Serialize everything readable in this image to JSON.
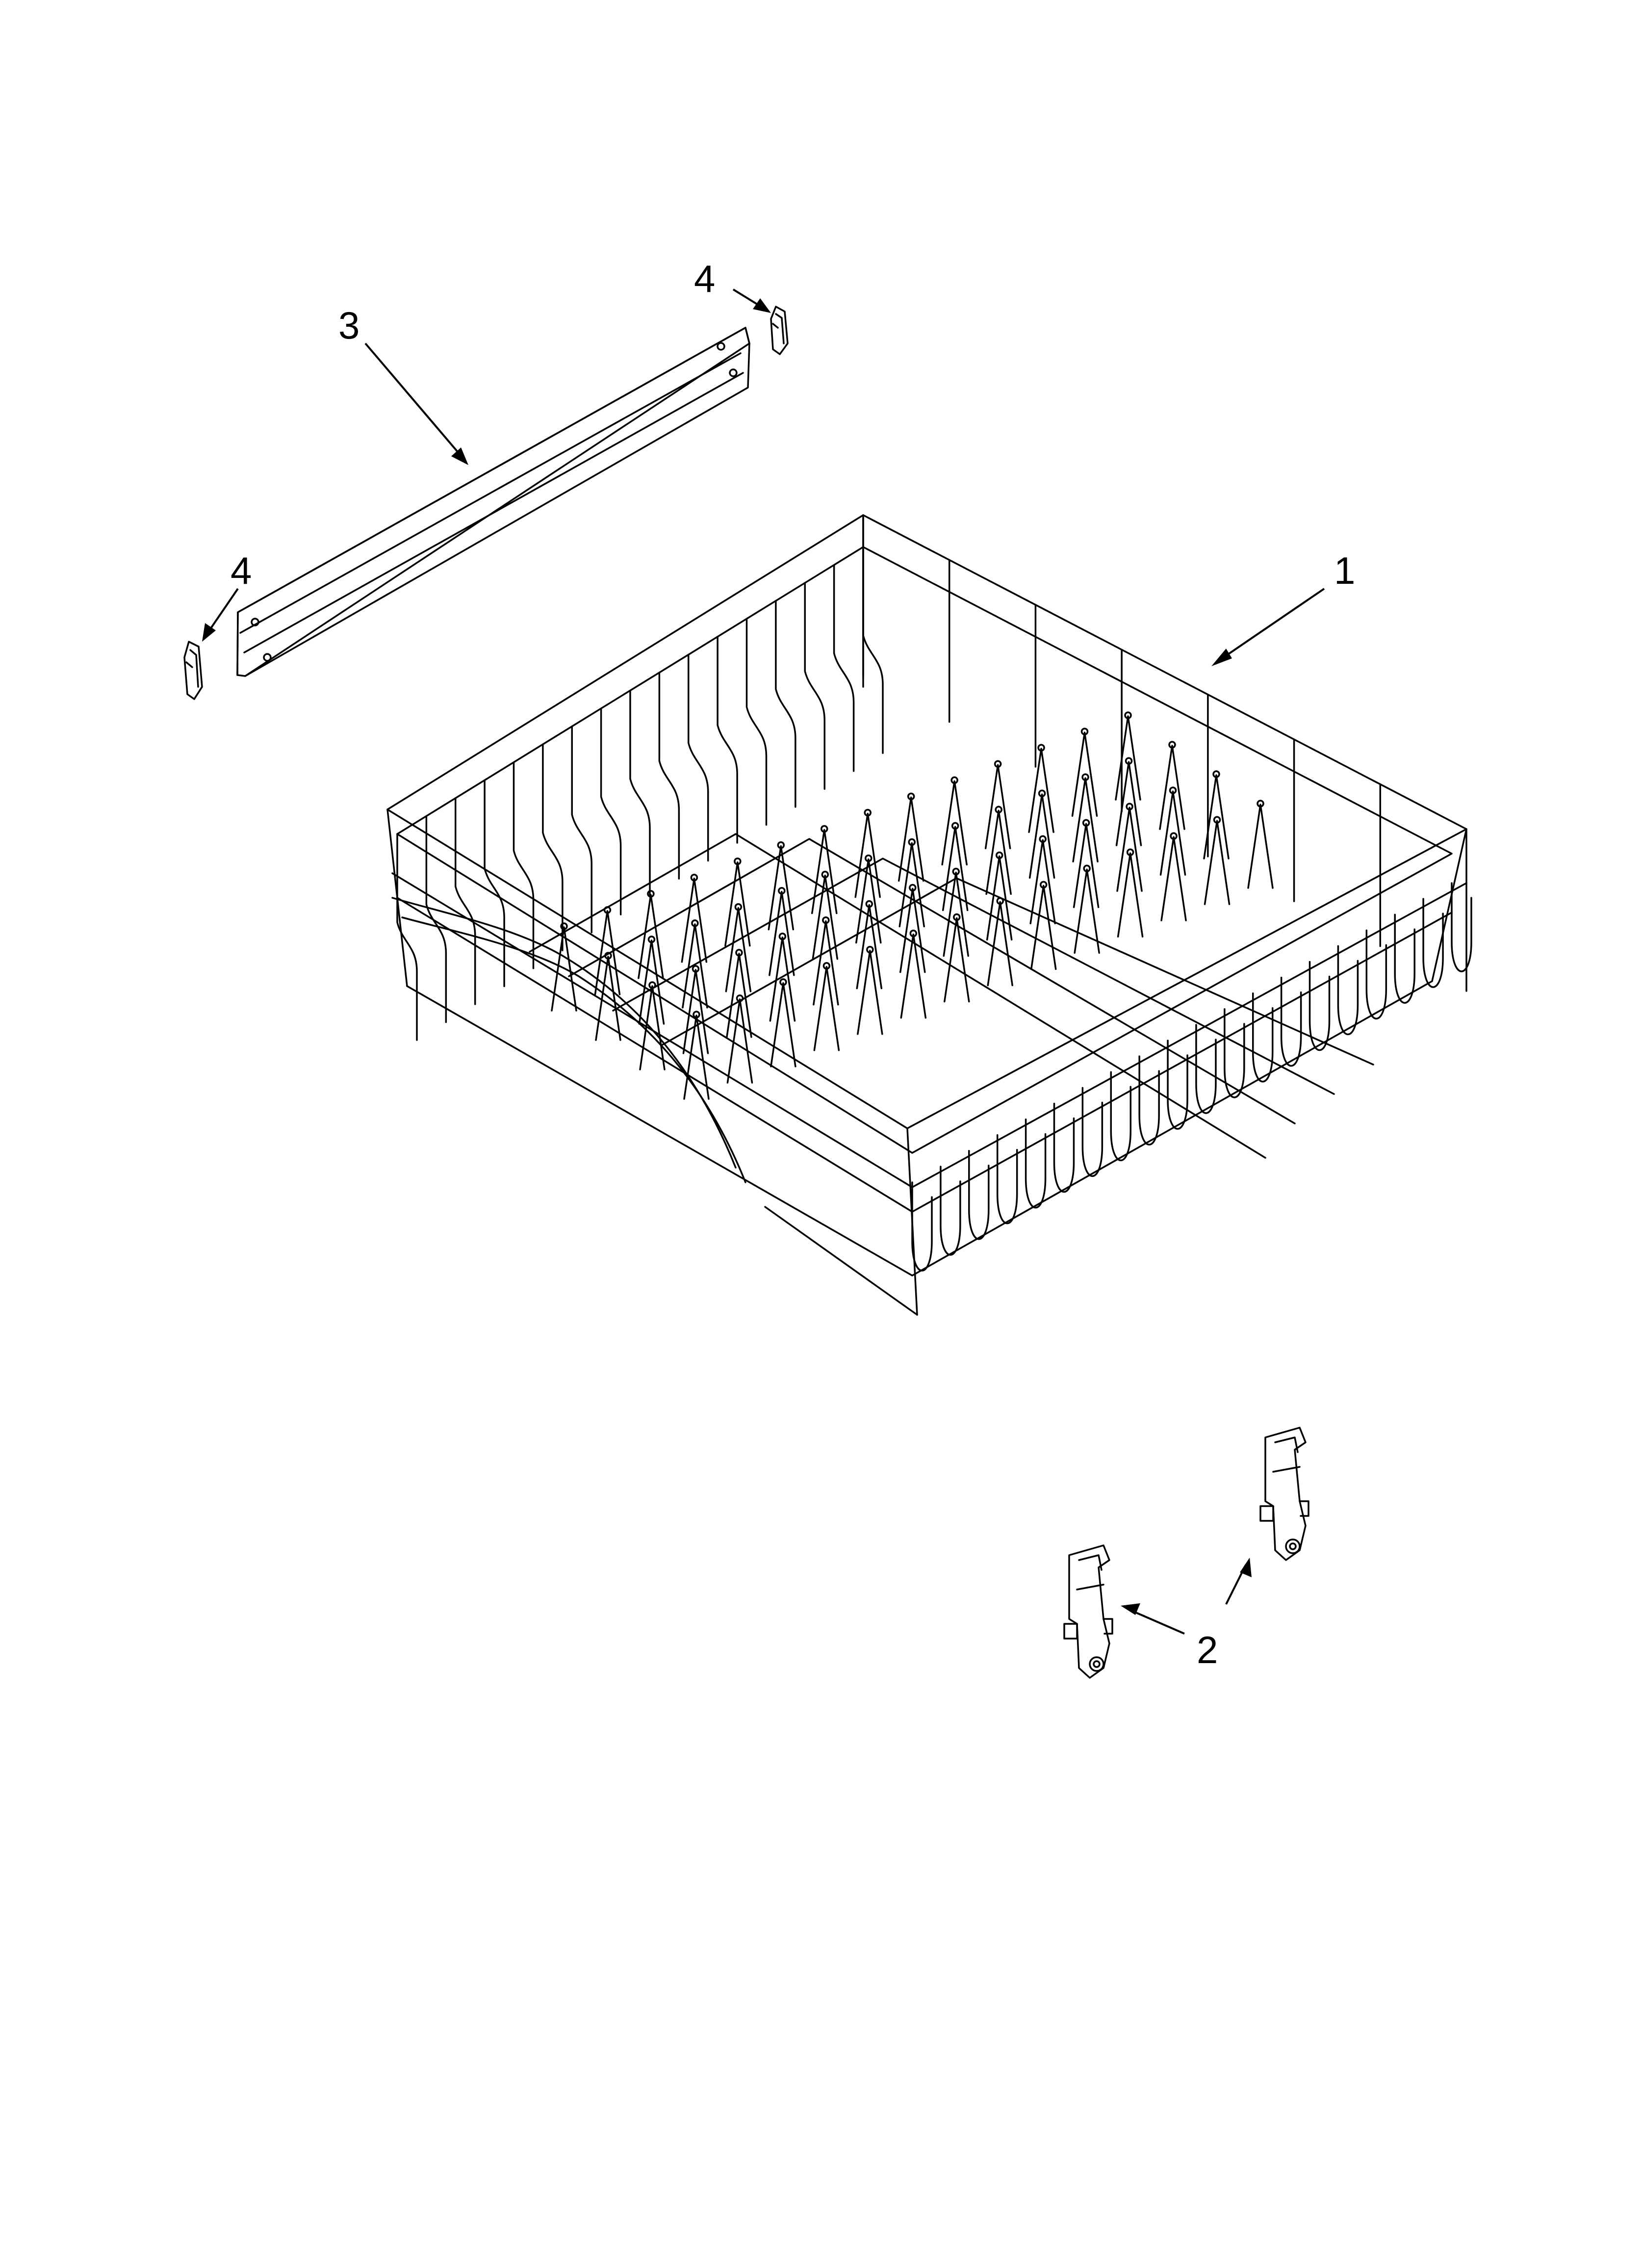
{
  "diagram": {
    "callouts": [
      {
        "id": "rack",
        "label": "1"
      },
      {
        "id": "adjuster-right",
        "label": "2"
      },
      {
        "id": "track",
        "label": "3"
      },
      {
        "id": "clip-top",
        "label": "4"
      },
      {
        "id": "clip-left",
        "label": "4"
      }
    ],
    "parts": [
      {
        "icon": "dishrack-wire-basket-icon"
      },
      {
        "icon": "rack-adjuster-icon"
      },
      {
        "icon": "rack-adjuster-icon"
      },
      {
        "icon": "rack-track-rail-icon"
      },
      {
        "icon": "track-end-clip-icon"
      },
      {
        "icon": "track-end-clip-icon"
      }
    ],
    "colors": {
      "line": "#000000",
      "background": "#ffffff"
    }
  }
}
